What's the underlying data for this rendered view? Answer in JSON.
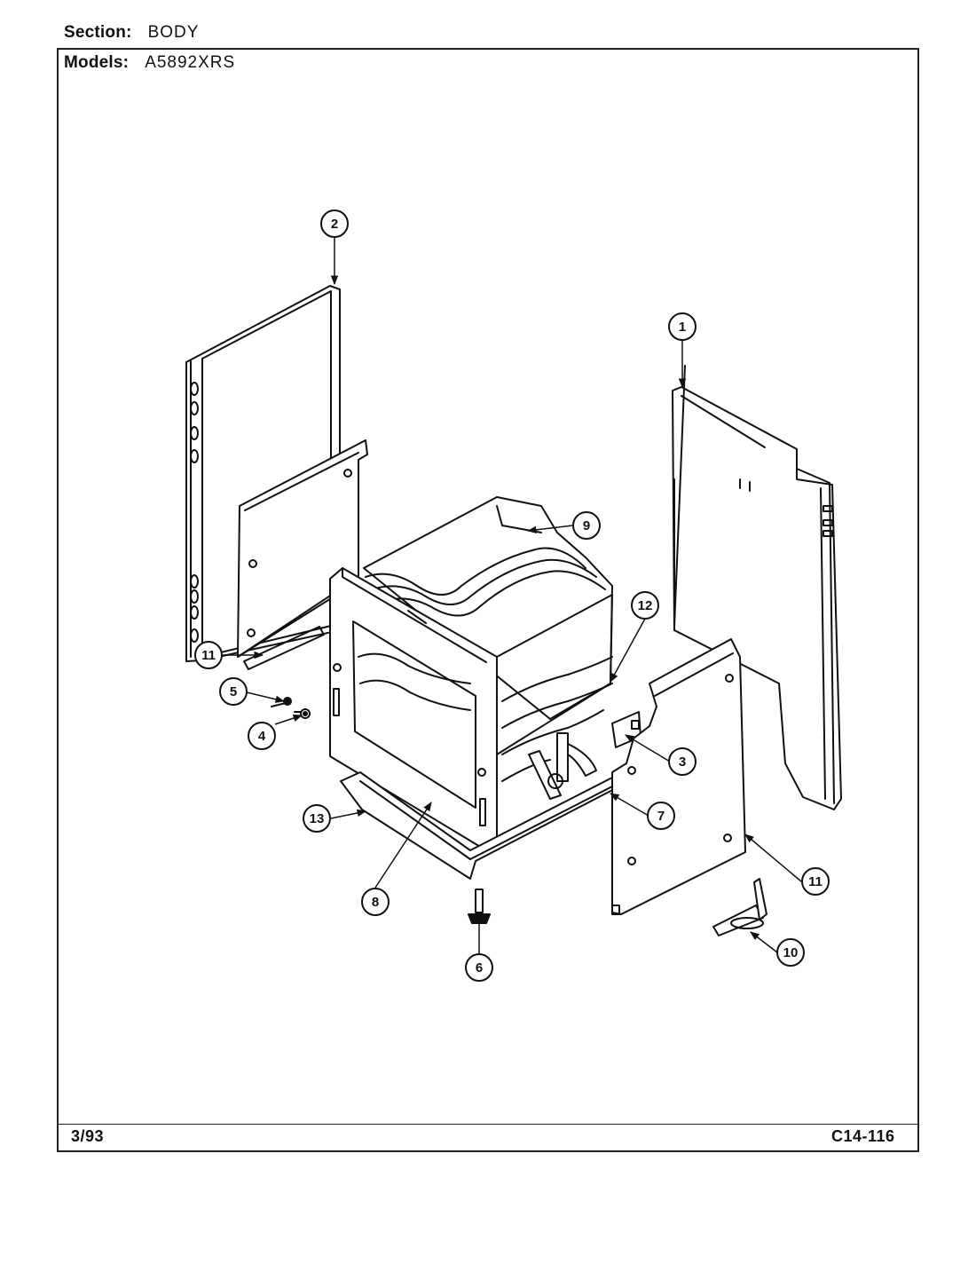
{
  "header": {
    "section_label": "Section:",
    "section_value": "BODY",
    "models_label": "Models:",
    "models_value": "A5892XRS"
  },
  "footer": {
    "date": "3/93",
    "code": "C14-116"
  },
  "callouts": {
    "c1": "1",
    "c2": "2",
    "c3": "3",
    "c4": "4",
    "c5": "5",
    "c6": "6",
    "c7": "7",
    "c8": "8",
    "c9": "9",
    "c10": "10",
    "c11a": "11",
    "c11b": "11",
    "c12": "12",
    "c13": "13"
  }
}
